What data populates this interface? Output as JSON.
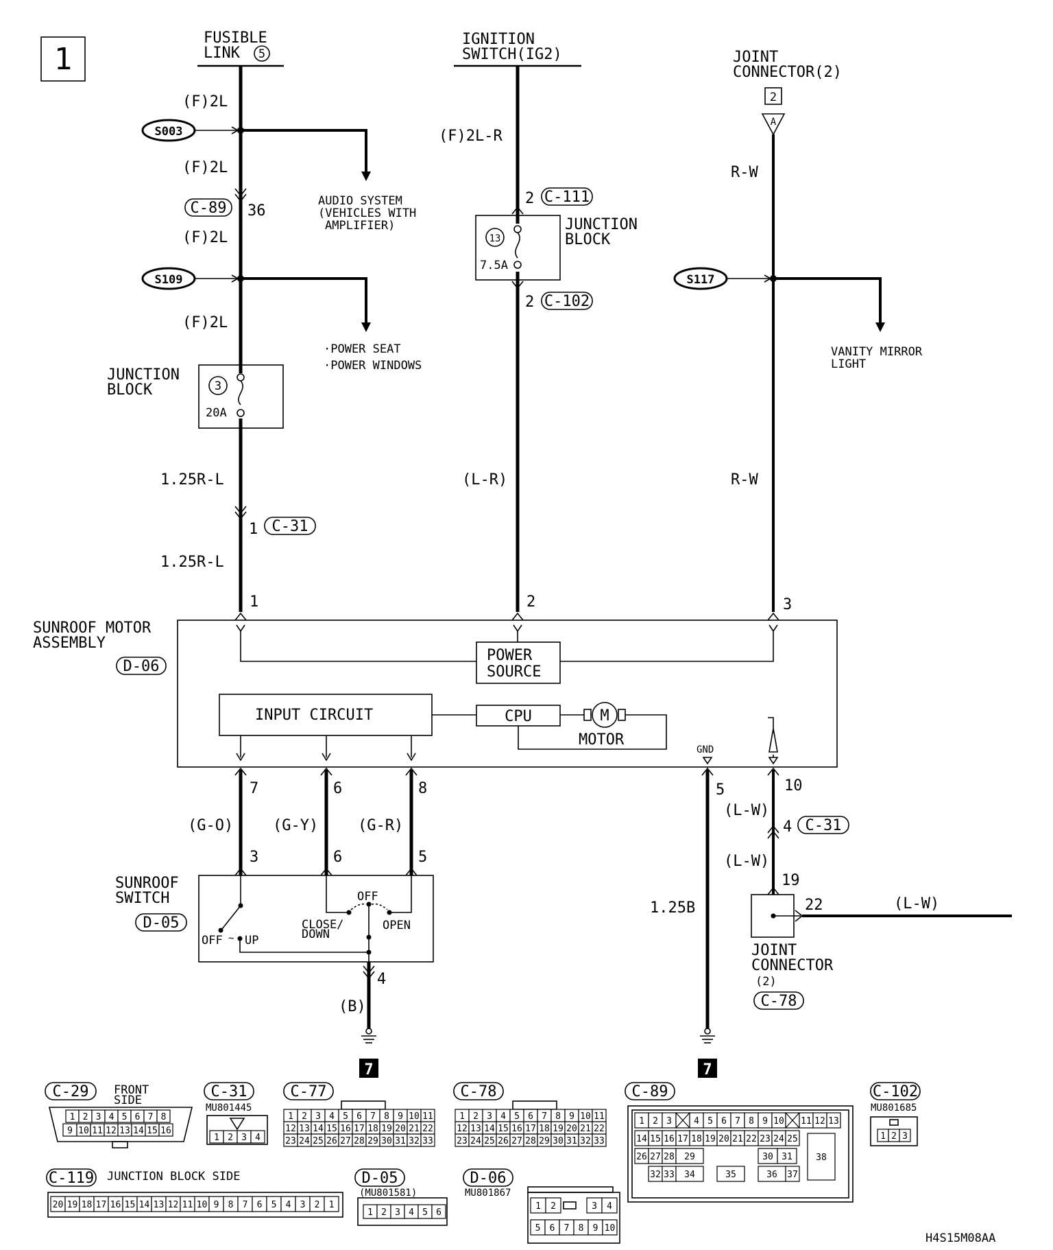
{
  "page_number": "1",
  "drawing_code": "H4S15M08AA",
  "sources": {
    "fusible_link": {
      "line1": "FUSIBLE",
      "line2": "LINK",
      "number": "5"
    },
    "ignition_switch": {
      "line1": "IGNITION",
      "line2": "SWITCH(IG2)"
    },
    "joint_connector_top": {
      "line1": "JOINT",
      "line2": "CONNECTOR(2)",
      "box": "2",
      "pin": "A"
    }
  },
  "wires": {
    "f2l": "(F)2L",
    "f2l_r": "(F)2L-R",
    "r_w": "R-W",
    "r125_l": "1.25R-L",
    "l_r": "(L-R)",
    "g_o": "(G-O)",
    "g_y": "(G-Y)",
    "g_r": "(G-R)",
    "b": "(B)",
    "b125": "1.25B",
    "l_w": "(L-W)"
  },
  "splices": {
    "s003": "S003",
    "s109": "S109",
    "s117": "S117"
  },
  "branches": {
    "audio": [
      "AUDIO SYSTEM",
      "(VEHICLES WITH",
      "AMPLIFIER)"
    ],
    "power": [
      "·POWER SEAT",
      "·POWER WINDOWS"
    ],
    "vanity": [
      "VANITY MIRROR",
      "LIGHT"
    ]
  },
  "junction_block": {
    "line1": "JUNCTION",
    "line2": "BLOCK",
    "fuse_a_no": "3",
    "fuse_a_rating": "20A",
    "fuse_b_no": "13",
    "fuse_b_rating": "7.5A"
  },
  "connectors": {
    "c89": "C-89",
    "c111": "C-111",
    "c102": "C-102",
    "c31": "C-31",
    "d06": "D-06",
    "d05": "D-05",
    "c78": "C-78"
  },
  "pins": {
    "p36": "36",
    "p2a": "2",
    "p2b": "2",
    "p1": "1",
    "m1": "1",
    "m2": "2",
    "m3": "3",
    "m7": "7",
    "m6": "6",
    "m8": "8",
    "m5": "5",
    "m10": "10",
    "s3": "3",
    "s6": "6",
    "s5": "5",
    "s4": "4",
    "c31_4": "4",
    "j19": "19",
    "j22": "22"
  },
  "motor_assembly": {
    "line1": "SUNROOF MOTOR",
    "line2": "ASSEMBLY",
    "power1": "POWER",
    "power2": "SOURCE",
    "input": "INPUT CIRCUIT",
    "cpu": "CPU",
    "motor_sym": "M",
    "motor": "MOTOR",
    "gnd": "GND"
  },
  "sunroof_switch": {
    "line1": "SUNROOF",
    "line2": "SWITCH",
    "off": "OFF",
    "up": "UP",
    "close1": "CLOSE/",
    "close2": "DOWN",
    "off2": "OFF",
    "open": "OPEN"
  },
  "joint_connector_bottom": {
    "line1": "JOINT",
    "line2": "CONNECTOR",
    "line3": "(2)"
  },
  "ground_ref": "7",
  "connector_views": {
    "c29": {
      "id": "C-29",
      "label1": "FRONT",
      "label2": "SIDE",
      "row1": [
        "1",
        "2",
        "3",
        "4",
        "5",
        "6",
        "7",
        "8"
      ],
      "row2": [
        "9",
        "10",
        "11",
        "12",
        "13",
        "14",
        "15",
        "16"
      ]
    },
    "c31": {
      "id": "C-31",
      "part": "MU801445",
      "pins": [
        "1",
        "2",
        "3",
        "4"
      ]
    },
    "c77": {
      "id": "C-77",
      "row1": [
        "1",
        "2",
        "3",
        "4",
        "5",
        "6",
        "7",
        "8",
        "9",
        "10",
        "11"
      ],
      "row2": [
        "12",
        "13",
        "14",
        "15",
        "16",
        "17",
        "18",
        "19",
        "20",
        "21",
        "22"
      ],
      "row3": [
        "23",
        "24",
        "25",
        "26",
        "27",
        "28",
        "29",
        "30",
        "31",
        "32",
        "33"
      ]
    },
    "c78": {
      "id": "C-78",
      "row1": [
        "1",
        "2",
        "3",
        "4",
        "5",
        "6",
        "7",
        "8",
        "9",
        "10",
        "11"
      ],
      "row2": [
        "12",
        "13",
        "14",
        "15",
        "16",
        "17",
        "18",
        "19",
        "20",
        "21",
        "22"
      ],
      "row3": [
        "23",
        "24",
        "25",
        "26",
        "27",
        "28",
        "29",
        "30",
        "31",
        "32",
        "33"
      ]
    },
    "c89": {
      "id": "C-89",
      "row1": [
        "1",
        "2",
        "3",
        "",
        "4",
        "5",
        "6",
        "7",
        "8",
        "9",
        "10",
        "",
        "11",
        "12",
        "13"
      ],
      "row2": [
        "14",
        "15",
        "16",
        "17",
        "18",
        "19",
        "20",
        "21",
        "22",
        "23",
        "24",
        "25"
      ],
      "row3": [
        "26",
        "27",
        "28",
        "29",
        "30",
        "31"
      ],
      "row4": [
        "32",
        "33",
        "34",
        "35",
        "36",
        "37"
      ],
      "big": "38"
    },
    "c102": {
      "id": "C-102",
      "part": "MU801685",
      "pins": [
        "1",
        "2",
        "3"
      ]
    },
    "c119": {
      "id": "C-119",
      "label": "JUNCTION BLOCK SIDE",
      "pins": [
        "20",
        "19",
        "18",
        "17",
        "16",
        "15",
        "14",
        "13",
        "12",
        "11",
        "10",
        "9",
        "8",
        "7",
        "6",
        "5",
        "4",
        "3",
        "2",
        "1"
      ]
    },
    "d05": {
      "id": "D-05",
      "part": "(MU801581)",
      "pins": [
        "1",
        "2",
        "3",
        "4",
        "5",
        "6"
      ]
    },
    "d06": {
      "id": "D-06",
      "part": "MU801867",
      "top": [
        "1",
        "2",
        "3",
        "4"
      ],
      "bottom": [
        "5",
        "6",
        "7",
        "8",
        "9",
        "10"
      ]
    }
  }
}
